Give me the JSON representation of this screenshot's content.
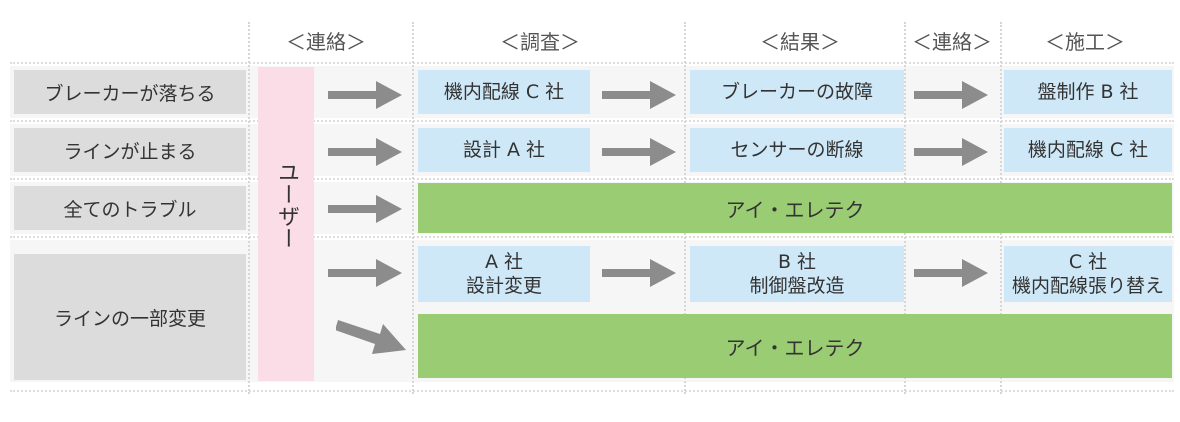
{
  "columns": {
    "contact1": "＜連絡＞",
    "survey": "＜調査＞",
    "result": "＜結果＞",
    "contact2": "＜連絡＞",
    "construction": "＜施工＞"
  },
  "user_label": "ユーザー",
  "rows": [
    {
      "issue": "ブレーカーが落ちる",
      "survey": "機内配線 C 社",
      "result": "ブレーカーの故障",
      "construction": "盤制作 B 社"
    },
    {
      "issue": "ラインが止まる",
      "survey": "設計 A 社",
      "result": "センサーの断線",
      "construction": "機内配線 C 社"
    },
    {
      "issue": "全てのトラブル",
      "handler": "アイ・エレテク"
    },
    {
      "issue": "ラインの一部変更",
      "survey": {
        "line1": "A 社",
        "line2": "設計変更"
      },
      "result": {
        "line1": "B 社",
        "line2": "制御盤改造"
      },
      "construction": {
        "line1": "C 社",
        "line2": "機内配線張り替え"
      },
      "handler": "アイ・エレテク"
    }
  ],
  "colors": {
    "issue_box": "#dcdcdc",
    "user_box": "#fbdde8",
    "company_box": "#cfe8f7",
    "handler_bar": "#99cc73",
    "arrow": "#8c8c8c"
  }
}
